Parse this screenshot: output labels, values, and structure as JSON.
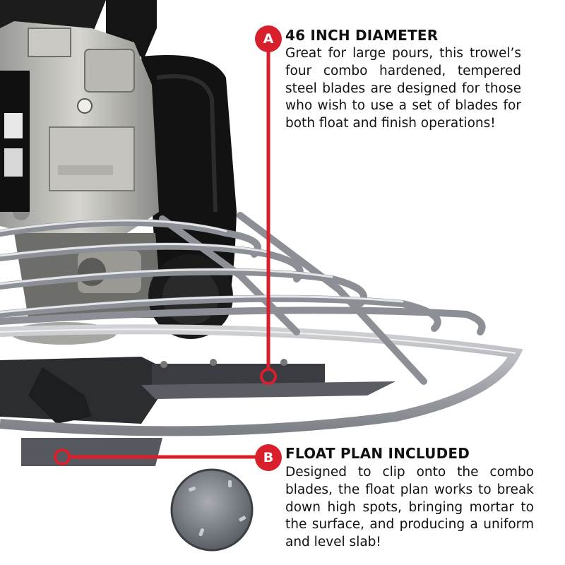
{
  "callouts": [
    {
      "letter": "A",
      "title": "46 INCH DIAMETER",
      "body": "Great for large pours, this trowel’s four combo hardened, tempered steel blades are designed for those who wish to use a set of blades for both float and finish operations!"
    },
    {
      "letter": "B",
      "title": "FLOAT PLAN INCLUDED",
      "body": "Designed to clip onto the combo blades, the float plan works to break down high spots, bringing mortar to the surface, and producing a uniform and level slab!"
    }
  ],
  "colors": {
    "accent": "#d7202b",
    "text": "#111111",
    "background": "#ffffff"
  }
}
